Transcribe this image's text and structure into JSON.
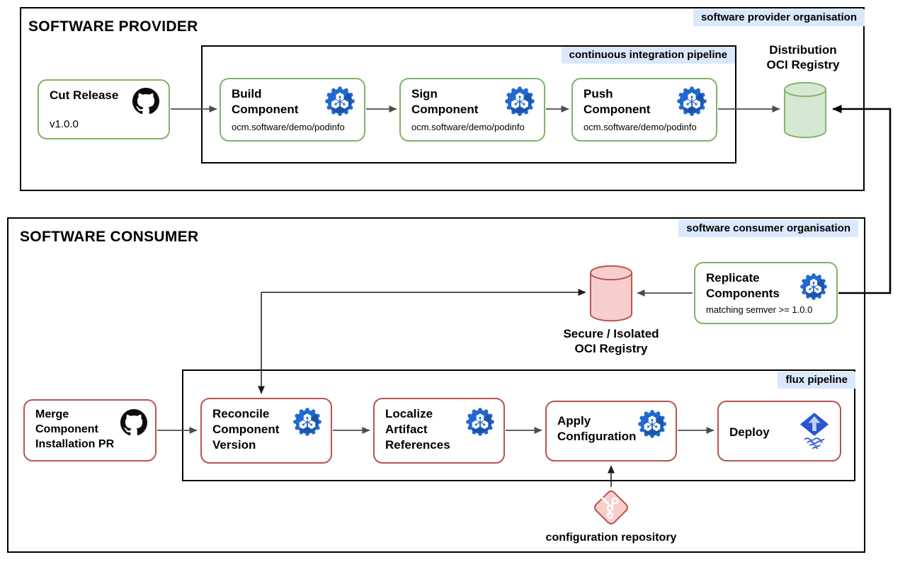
{
  "provider": {
    "title": "SOFTWARE PROVIDER",
    "org_badge": "software provider organisation",
    "cut_release": {
      "title": "Cut Release",
      "version": "v1.0.0"
    },
    "ci_pipeline": {
      "badge": "continuous integration pipeline",
      "steps": [
        {
          "title": "Build\nComponent",
          "subtitle": "ocm.software/demo/podinfo"
        },
        {
          "title": "Sign\nComponent",
          "subtitle": "ocm.software/demo/podinfo"
        },
        {
          "title": "Push\nComponent",
          "subtitle": "ocm.software/demo/podinfo"
        }
      ]
    },
    "registry_label": "Distribution\nOCI Registry"
  },
  "consumer": {
    "title": "SOFTWARE CONSUMER",
    "org_badge": "software consumer organisation",
    "replicate": {
      "title": "Replicate\nComponents",
      "subtitle": "matching semver >= 1.0.0"
    },
    "secure_registry_label": "Secure / Isolated\nOCI Registry",
    "flux_pipeline": {
      "badge": "flux pipeline",
      "steps": [
        {
          "title": "Reconcile\nComponent\nVersion"
        },
        {
          "title": "Localize\nArtifact\nReferences"
        },
        {
          "title": "Apply\nConfiguration"
        },
        {
          "title": "Deploy"
        }
      ]
    },
    "merge_pr": {
      "title": "Merge\nComponent\nInstallation PR"
    },
    "config_repo_label": "configuration repository"
  },
  "colors": {
    "node_green_border": "#82b366",
    "node_red_border": "#b85450",
    "cylinder_green_fill": "#d5e8d4",
    "cylinder_pink_fill": "#f8cecc",
    "badge_background": "#dae8fc",
    "ocm_icon_blue": "#2268d3",
    "flux_icon_blue": "#2b54cf",
    "edge_gray": "#4d4d4d",
    "edge_black": "#000000"
  }
}
